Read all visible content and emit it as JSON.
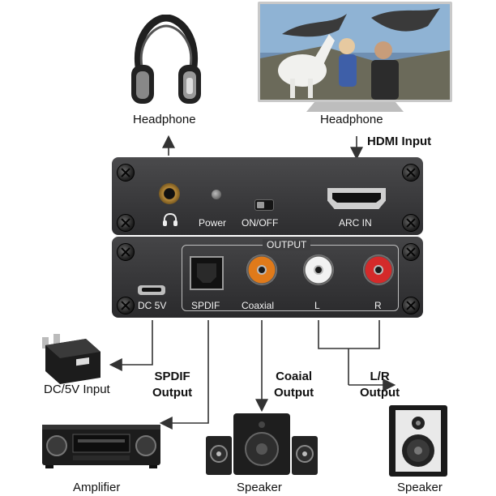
{
  "labels": {
    "top_left": "Headphone",
    "top_right": "Headphone",
    "hdmi_input": "HDMI Input",
    "dc_input": "DC/5V Input",
    "spdif_output": "SPDIF\nOutput",
    "coaxial_output": "Coaial\nOutput",
    "lr_output": "L/R\nOutput",
    "amplifier": "Amplifier",
    "speaker_mid": "Speaker",
    "speaker_right": "Speaker"
  },
  "device_top": {
    "power": "Power",
    "switch": "ON/OFF",
    "arc_in": "ARC IN"
  },
  "device_bottom": {
    "output_header": "OUTPUT",
    "dc5v": "DC 5V",
    "spdif": "SPDIF",
    "coaxial": "Coaxial",
    "left": "L",
    "right": "R"
  },
  "colors": {
    "device_body": "#3a3a3c",
    "rca_left": "#f2f2f2",
    "rca_right": "#d42a2a",
    "rca_coaxial": "#e07a1a",
    "wire": "#333333"
  },
  "icons": {
    "headphone_top": "headphone-icon",
    "tv": "tv-icon",
    "adapter": "power-adapter-icon",
    "amplifier": "amplifier-icon",
    "speaker_set": "speaker-set-icon",
    "speaker_single": "speaker-icon"
  }
}
